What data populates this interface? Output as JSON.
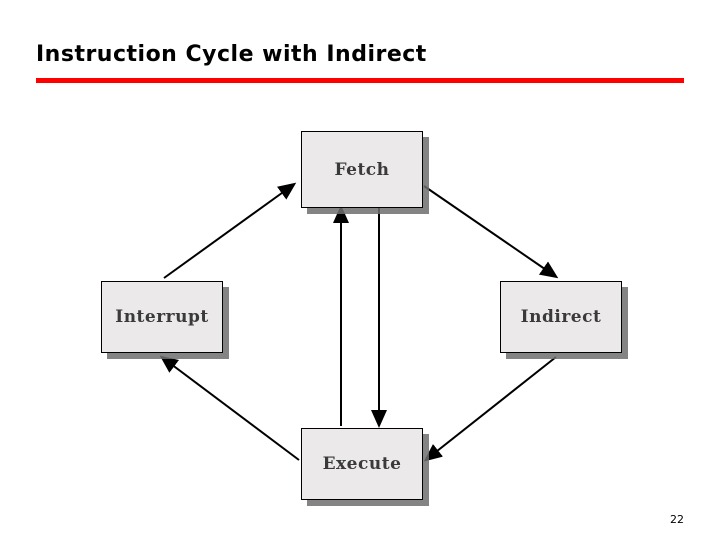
{
  "slide": {
    "title": "Instruction Cycle with Indirect",
    "page_number": "22",
    "accent_color": "#ff0000",
    "node_fill": "#ece9ea",
    "node_shadow": "#6e6e6e",
    "arrow_color": "#000000"
  },
  "diagram": {
    "type": "flow-cycle",
    "nodes": [
      {
        "id": "fetch",
        "label": "Fetch"
      },
      {
        "id": "indirect",
        "label": "Indirect"
      },
      {
        "id": "execute",
        "label": "Execute"
      },
      {
        "id": "interrupt",
        "label": "Interrupt"
      }
    ],
    "edges": [
      {
        "from": "fetch",
        "to": "indirect"
      },
      {
        "from": "indirect",
        "to": "execute"
      },
      {
        "from": "execute",
        "to": "interrupt"
      },
      {
        "from": "interrupt",
        "to": "fetch"
      },
      {
        "from": "fetch",
        "to": "execute"
      },
      {
        "from": "execute",
        "to": "fetch"
      }
    ]
  }
}
